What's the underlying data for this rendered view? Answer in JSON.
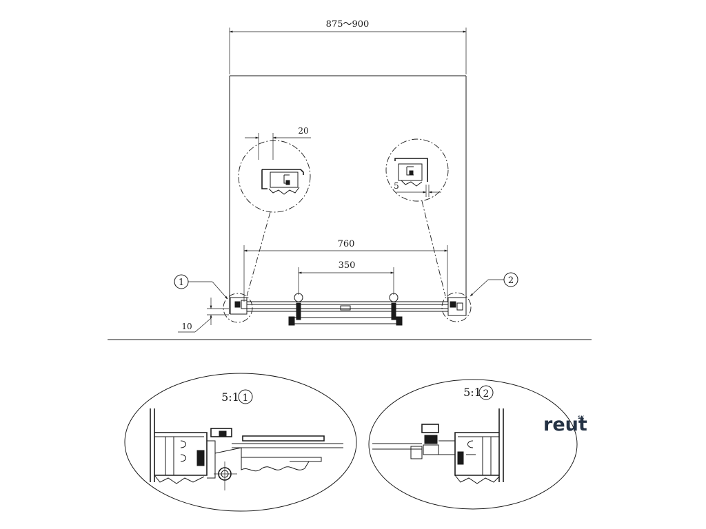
{
  "drawing": {
    "dimensions": {
      "overall_width": "875～900",
      "gap_left": "20",
      "gap_right": "5",
      "rail_span": "760",
      "handle_span": "350",
      "floor_offset": "10"
    },
    "callouts": {
      "left": "1",
      "right": "2"
    },
    "details": {
      "left_scale": "5:1",
      "left_ref": "1",
      "right_scale": "5:1",
      "right_ref": "2"
    },
    "logo": {
      "text": "reut",
      "superscript": "SK",
      "color": "#243244"
    }
  }
}
